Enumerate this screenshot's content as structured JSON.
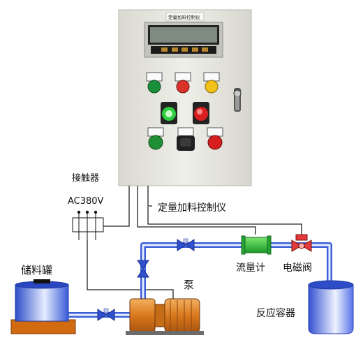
{
  "labels": {
    "contactor": "接触器",
    "voltage": "AC380V",
    "controller": "定量加料控制仪",
    "storage_tank": "储料罐",
    "pump": "泵",
    "flowmeter": "流量计",
    "solenoid_valve": "电磁阀",
    "reactor": "反应容器"
  },
  "panel": {
    "display_header": "定量加料控制仪",
    "indicator_colors": [
      "#1a8f3a",
      "#d8322a",
      "#f2c21a"
    ],
    "switch_colors": [
      "#2ecc40",
      "#d82020"
    ],
    "button_colors": [
      "#1f8f35",
      "#202020",
      "#d62020"
    ]
  },
  "colors": {
    "cabinet": "#e9e9e2",
    "pipe": "#3c5fd8",
    "pipe_highlight": "#e8f0ff",
    "wire": "#222222",
    "motor_orange": "#e08a2a",
    "flowmeter_green": "#2fbf3a",
    "valve_red": "#e23a3a",
    "tank_blue": "#4a6fe0"
  }
}
